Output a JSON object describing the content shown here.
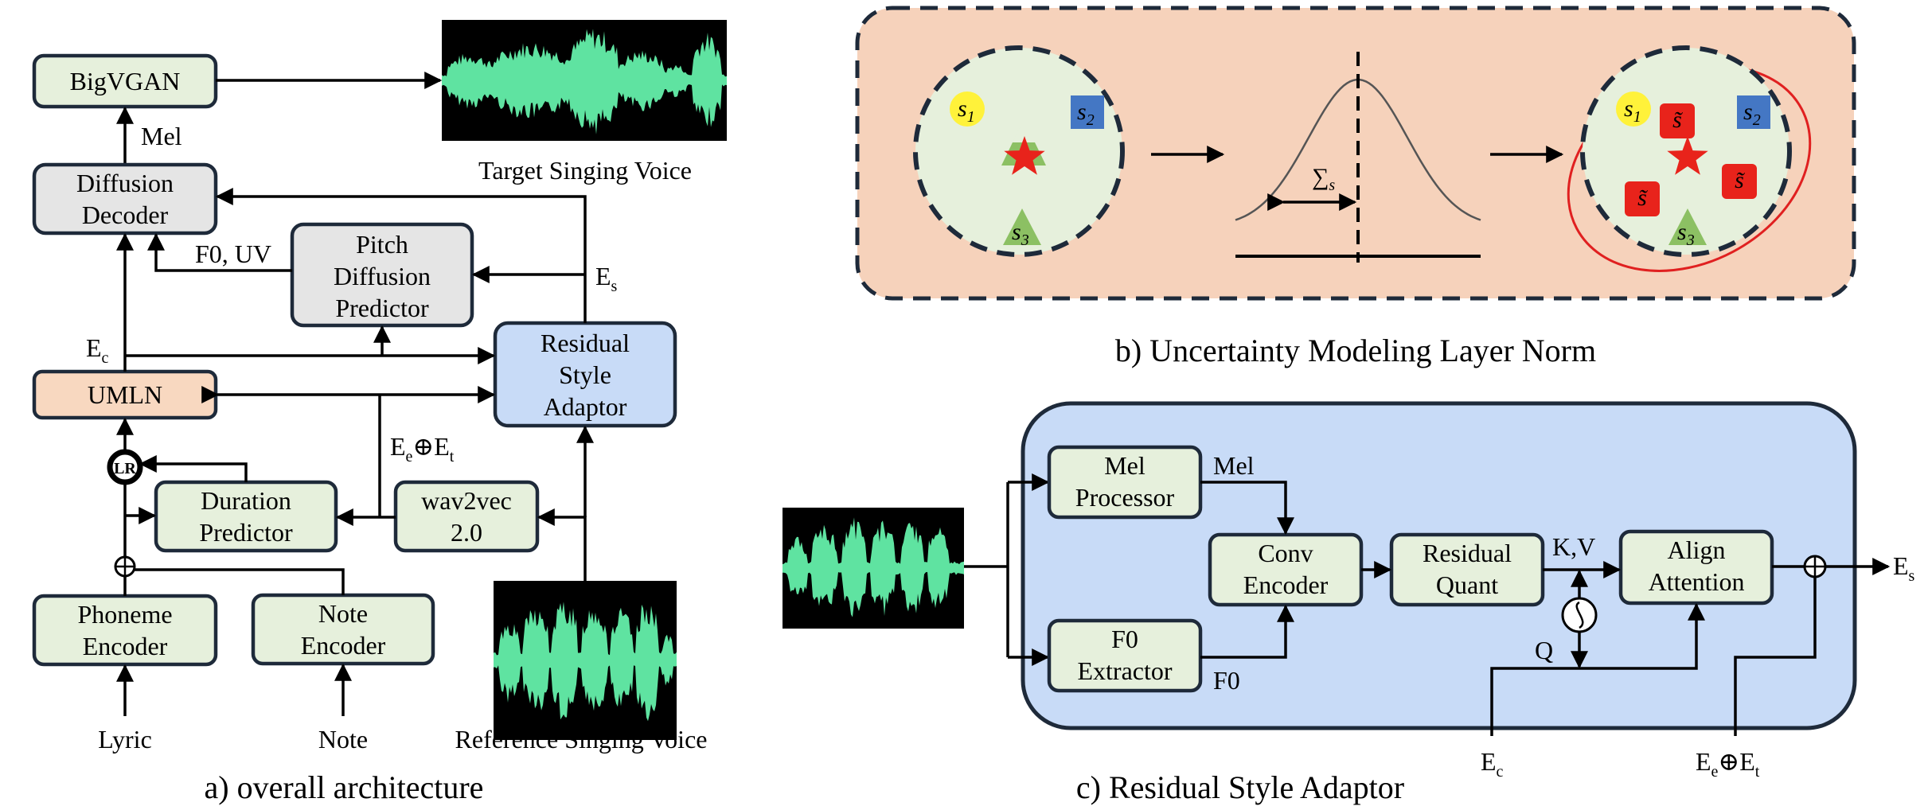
{
  "colors": {
    "block_green": "#e6f0dc",
    "decoder_gray": "#e5e5e5",
    "umln_orange": "#f8d8c0",
    "adaptor_blue": "#c8dbf7",
    "panel_orange": "#f6d2bb",
    "waveform_green": "#5fe3a1",
    "star_red": "#e8231b",
    "circle_yellow": "#fff23a",
    "square_blue": "#4477c4",
    "triangle_green": "#8cc063"
  },
  "panel_a": {
    "caption": "a) overall architecture",
    "blocks": {
      "bigvgan": "BigVGAN",
      "diffusion_decoder": [
        "Diffusion",
        "Decoder"
      ],
      "pitch_predictor": [
        "Pitch",
        "Diffusion",
        "Predictor"
      ],
      "residual_style_adaptor": [
        "Residual",
        "Style",
        "Adaptor"
      ],
      "umln": "UMLN",
      "duration_predictor": [
        "Duration",
        "Predictor"
      ],
      "wav2vec": [
        "wav2vec",
        "2.0"
      ],
      "phoneme_encoder": [
        "Phoneme",
        "Encoder"
      ],
      "note_encoder": [
        "Note",
        "Encoder"
      ],
      "lr": "LR"
    },
    "labels": {
      "mel": "Mel",
      "f0_uv": "F0, UV",
      "e_s": "E",
      "e_s_sub": "s",
      "e_c": "E",
      "e_c_sub": "c",
      "ee_et_e1": "E",
      "ee_et_sub1": "e",
      "ee_et_op": "⊕",
      "ee_et_e2": "E",
      "ee_et_sub2": "t",
      "lyric": "Lyric",
      "note": "Note",
      "target_voice": "Target Singing Voice",
      "reference_voice": "Reference Singing Voice"
    }
  },
  "panel_b": {
    "caption": "b) Uncertainty Modeling Layer Norm",
    "s1": "s",
    "s1_sub": "1",
    "s2": "s",
    "s2_sub": "2",
    "s3": "s",
    "s3_sub": "3",
    "sigma": "∑",
    "sigma_sub": "s",
    "s_tilde": "s̃"
  },
  "panel_c": {
    "caption": "c) Residual Style Adaptor",
    "blocks": {
      "mel_processor": [
        "Mel",
        "Processor"
      ],
      "f0_extractor": [
        "F0",
        "Extractor"
      ],
      "conv_encoder": [
        "Conv",
        "Encoder"
      ],
      "residual_quant": [
        "Residual",
        "Quant"
      ],
      "align_attention": [
        "Align",
        "Attention"
      ]
    },
    "labels": {
      "mel": "Mel",
      "f0": "F0",
      "kv": "K,V",
      "q": "Q",
      "e_s": "E",
      "e_s_sub": "s",
      "e_c": "E",
      "e_c_sub": "c",
      "ee_et_e1": "E",
      "ee_et_sub1": "e",
      "ee_et_op": "⊕",
      "ee_et_e2": "E",
      "ee_et_sub2": "t"
    }
  }
}
